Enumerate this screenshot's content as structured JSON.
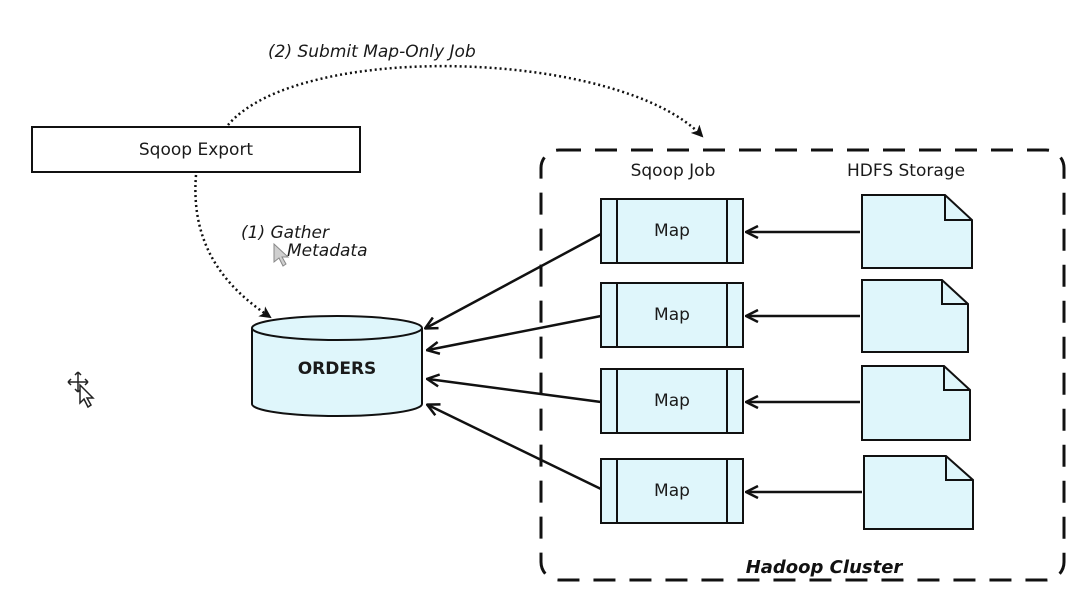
{
  "diagram": {
    "sqoop_export_label": "Sqoop Export",
    "step1_line1": "(1) Gather",
    "step1_line2": "Metadata",
    "step2_label": "(2) Submit Map-Only Job",
    "database_label": "ORDERS",
    "cluster_label": "Hadoop Cluster",
    "sqoop_job_header": "Sqoop Job",
    "hdfs_header": "HDFS Storage",
    "map_tasks": [
      {
        "label": "Map"
      },
      {
        "label": "Map"
      },
      {
        "label": "Map"
      },
      {
        "label": "Map"
      }
    ]
  },
  "colors": {
    "fill_light_blue": "#dff6fb",
    "stroke": "#111111",
    "text": "#1a1a1a"
  }
}
